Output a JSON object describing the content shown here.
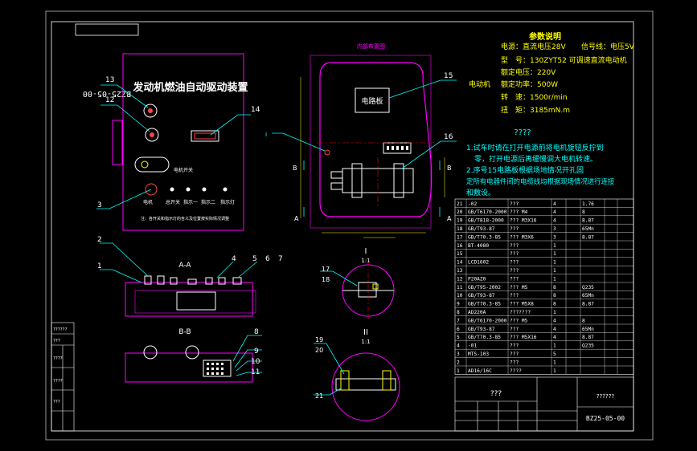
{
  "colors": {
    "background": "#000000",
    "frame": "#ffffff",
    "part_outline": "#ff00ff",
    "leader": "#00ffff",
    "center_line": "#ff0000",
    "annotation": "#ffff00",
    "note_text": "#00ffff"
  },
  "drawing_code_rotated": "BZ25-05-00",
  "device_title": "发动机燃油自动驱动装置",
  "view_inner": "内部布置图",
  "view_aa": "A-A",
  "view_bb": "B-B",
  "section_I": {
    "label": "I",
    "scale": "1:1"
  },
  "section_II": {
    "label": "II",
    "scale": "1:1"
  },
  "circuit_board": "电路板",
  "section_marks": {
    "a": "A",
    "b": "B"
  },
  "callouts": [
    "1",
    "2",
    "3",
    "4",
    "5",
    "6",
    "7",
    "8",
    "9",
    "10",
    "11",
    "12",
    "13",
    "14",
    "15",
    "16",
    "17",
    "18",
    "19",
    "20",
    "21"
  ],
  "params": {
    "heading": "参数说明",
    "power": "电源：直流电压28V",
    "signal": "信号线：电压5V",
    "motor_label": "电动机",
    "motor_model": "型　号：130ZYT52 可调速直流电动机",
    "motor_voltage": "额定电压：220V",
    "motor_power": "额定功率：500W",
    "motor_speed": "转　速：1500r/min",
    "motor_torque": "扭　矩：3185mN.m"
  },
  "notes": {
    "heading": "????",
    "lines": [
      "1.试车时请在打开电源前将电机旋钮反拧到",
      "零，打开电源后再缓慢调大电机转速。",
      "2.序号15电路板根据场地情况开孔固",
      "定所有电器件间的电缆线均根据现场情况进行连接",
      "和敷设。"
    ]
  },
  "bom_rows": [
    [
      "21",
      "-02",
      "???",
      "4",
      "",
      "1.76",
      "",
      ""
    ],
    [
      "20",
      "GB/T6170-2000",
      "??? M4",
      "4",
      "",
      "8",
      "",
      ""
    ],
    [
      "19",
      "GB/T818-2000",
      "??? M3X16",
      "4",
      "",
      "8.87",
      "",
      ""
    ],
    [
      "18",
      "GB/T93-87",
      "???",
      "3",
      "",
      "65Mn",
      "",
      ""
    ],
    [
      "17",
      "GB/T70.3-85",
      "??? M3X6",
      "3",
      "",
      "8.87",
      "",
      ""
    ],
    [
      "16",
      "BT-4080",
      "???",
      "1",
      "",
      "",
      "",
      ""
    ],
    [
      "15",
      "",
      "???",
      "1",
      "",
      "",
      "",
      ""
    ],
    [
      "14",
      "LCD1602",
      "???",
      "1",
      "",
      "",
      "",
      ""
    ],
    [
      "13",
      "",
      "???",
      "1",
      "",
      "",
      "",
      ""
    ],
    [
      "12",
      "P20AZ0",
      "???",
      "1",
      "",
      "",
      "",
      ""
    ],
    [
      "11",
      "GB/T95-2002",
      "??? M5",
      "8",
      "",
      "Q235",
      "",
      ""
    ],
    [
      "10",
      "GB/T93-87",
      "???",
      "8",
      "",
      "65Mn",
      "",
      ""
    ],
    [
      "9",
      "GB/T70.3-85",
      "??? M5X8",
      "8",
      "",
      "8.87",
      "",
      ""
    ],
    [
      "8",
      "AD220A",
      "???????",
      "1",
      "",
      "",
      "",
      ""
    ],
    [
      "7",
      "GB/T6170-2000",
      "??? M5",
      "4",
      "",
      "8",
      "",
      ""
    ],
    [
      "6",
      "GB/T93-87",
      "???",
      "4",
      "",
      "65Mn",
      "",
      ""
    ],
    [
      "5",
      "GB/T70.3-85",
      "??? M5X16",
      "4",
      "",
      "8.87",
      "",
      ""
    ],
    [
      "4",
      "-01",
      "???",
      "1",
      "",
      "Q235",
      "",
      ""
    ],
    [
      "3",
      "MTS-103",
      "???",
      "5",
      "",
      "",
      "",
      ""
    ],
    [
      "2",
      "",
      "???",
      "1",
      "",
      "",
      "",
      ""
    ],
    [
      "1",
      "AD16/16C",
      "????",
      "1",
      "",
      "",
      "",
      ""
    ]
  ],
  "title_block": {
    "name": "???",
    "sheet_info": "??????",
    "drawing_no": "BZ25-05-00",
    "left_col": [
      "??????",
      "???",
      "????",
      "????",
      "???"
    ]
  },
  "panel": {
    "label_motor_switch": "电机开关",
    "indicator_labels": [
      "电机",
      "总开关",
      "指示一",
      "指示二",
      "指示灯"
    ],
    "bottom_note": "注：各开关和指示灯的含义及位置按实际情况调整"
  }
}
